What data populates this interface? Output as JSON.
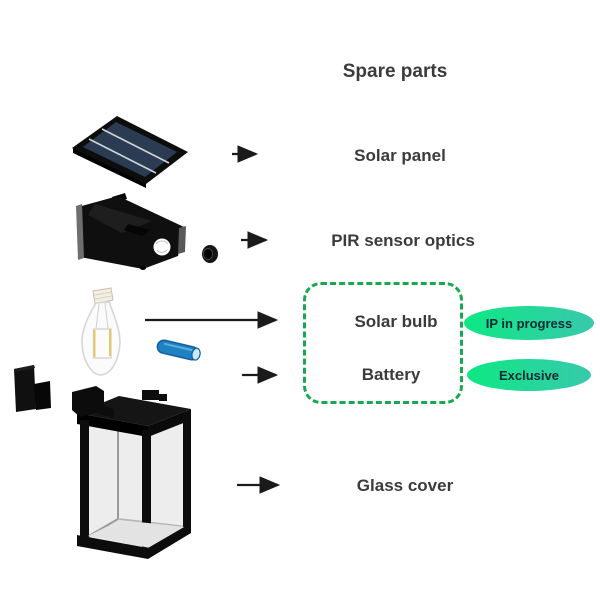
{
  "title": "Spare parts",
  "parts": [
    {
      "label": "Solar panel",
      "icon": "solar-panel-icon"
    },
    {
      "label": "PIR sensor optics",
      "icon": "pir-sensor-icon"
    },
    {
      "label": "Solar bulb",
      "icon": "solar-bulb-icon",
      "badge": "IP in progress"
    },
    {
      "label": "Battery",
      "icon": "battery-icon",
      "badge": "Exclusive"
    },
    {
      "label": "Glass cover",
      "icon": "glass-cover-icon"
    }
  ],
  "badges": {
    "ip_in_progress": "IP in progress",
    "exclusive": "Exclusive"
  },
  "colors": {
    "text_color": "#3b3b3b",
    "arrow_color": "#1a1a1a",
    "dash_green": "#17a94f",
    "badge_green": "#0ee884",
    "badge_teal": "#38c9ac",
    "badge_text": "#0d2b33",
    "panel_navy": "#2b3c52",
    "battery_blue": "#1e81c2"
  }
}
